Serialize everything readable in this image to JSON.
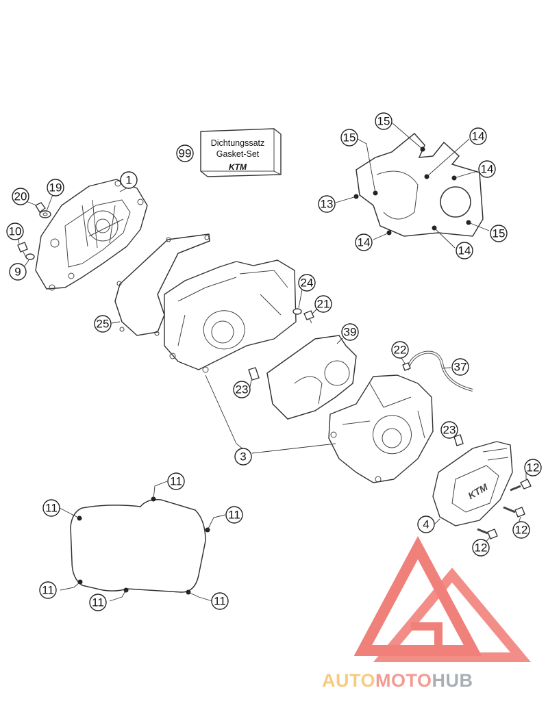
{
  "gasket_kit": {
    "line1": "Dichtungssatz",
    "line2": "Gasket-Set",
    "brand": "KTM"
  },
  "callouts": [
    "1",
    "3",
    "4",
    "9",
    "10",
    "11",
    "11",
    "11",
    "11",
    "11",
    "11",
    "12",
    "12",
    "12",
    "13",
    "14",
    "14",
    "14",
    "14",
    "15",
    "15",
    "15",
    "19",
    "20",
    "21",
    "22",
    "23",
    "23",
    "24",
    "25",
    "37",
    "39",
    "99"
  ],
  "watermark": {
    "part1": "AUTO",
    "part2": "MOTO",
    "part3": "HUB",
    "colors": {
      "auto": "#f5c26b",
      "moto": "#f08a80",
      "hub": "#9aa1a8",
      "triangle": "#ee6b63"
    }
  }
}
